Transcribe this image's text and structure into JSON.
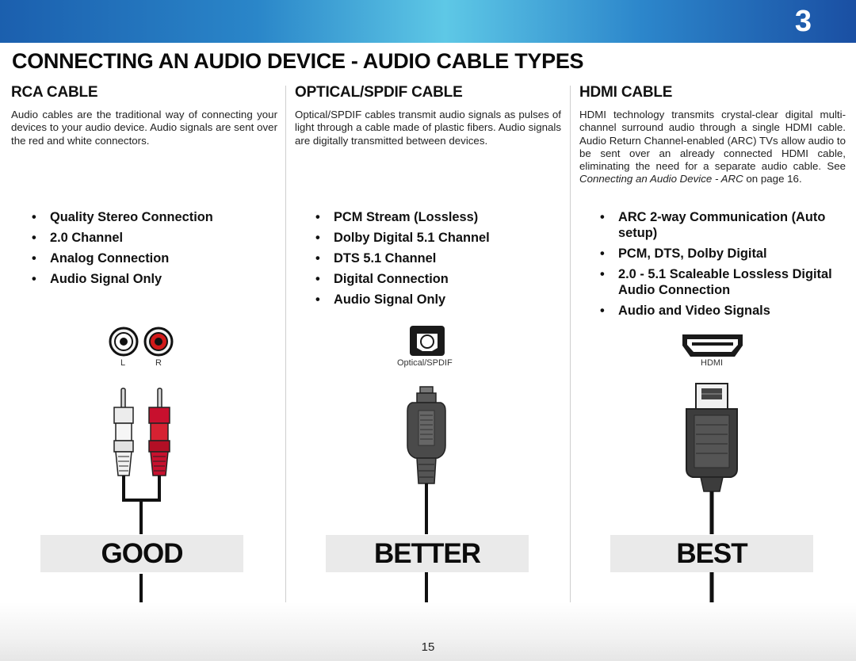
{
  "header": {
    "chapter_number": "3"
  },
  "page_title": "CONNECTING AN AUDIO DEVICE - AUDIO CABLE TYPES",
  "columns": [
    {
      "heading": "RCA CABLE",
      "description": "Audio cables are the traditional way of connecting your devices to your audio device. Audio signals are sent over the red and white connectors.",
      "bullets": [
        "Quality Stereo Connection",
        "2.0 Channel",
        "Analog Connection",
        "Audio Signal Only"
      ],
      "port_labels": {
        "left": "L",
        "right": "R"
      },
      "rating": "GOOD"
    },
    {
      "heading": "OPTICAL/SPDIF CABLE",
      "description": "Optical/SPDIF cables transmit audio signals as pulses of light through a cable made of plastic fibers. Audio signals are digitally transmitted between devices.",
      "bullets": [
        "PCM Stream (Lossless)",
        "Dolby Digital 5.1 Channel",
        "DTS 5.1 Channel",
        "Digital Connection",
        "Audio Signal Only"
      ],
      "port_label": "Optical/SPDIF",
      "rating": "BETTER"
    },
    {
      "heading": "HDMI CABLE",
      "description_before": "HDMI technology transmits crystal-clear digital multi-channel surround audio through a single HDMI cable. Audio Return Channel-enabled (ARC) TVs allow audio to be sent over an already connected HDMI cable, eliminating the need for a separate audio cable. See ",
      "description_link": "Connecting an Audio Device - ARC",
      "description_after": " on page 16.",
      "bullets": [
        "ARC 2-way Communication (Auto setup)",
        "PCM, DTS, Dolby Digital",
        "2.0 - 5.1 Scaleable Lossless Digital Audio Connection",
        "Audio and Video Signals"
      ],
      "port_label": "HDMI",
      "rating": "BEST"
    }
  ],
  "page_number": "15",
  "colors": {
    "header_blue": "#2a86c9",
    "rca_red": "#c8102e",
    "rating_bg": "#eaeaea"
  }
}
